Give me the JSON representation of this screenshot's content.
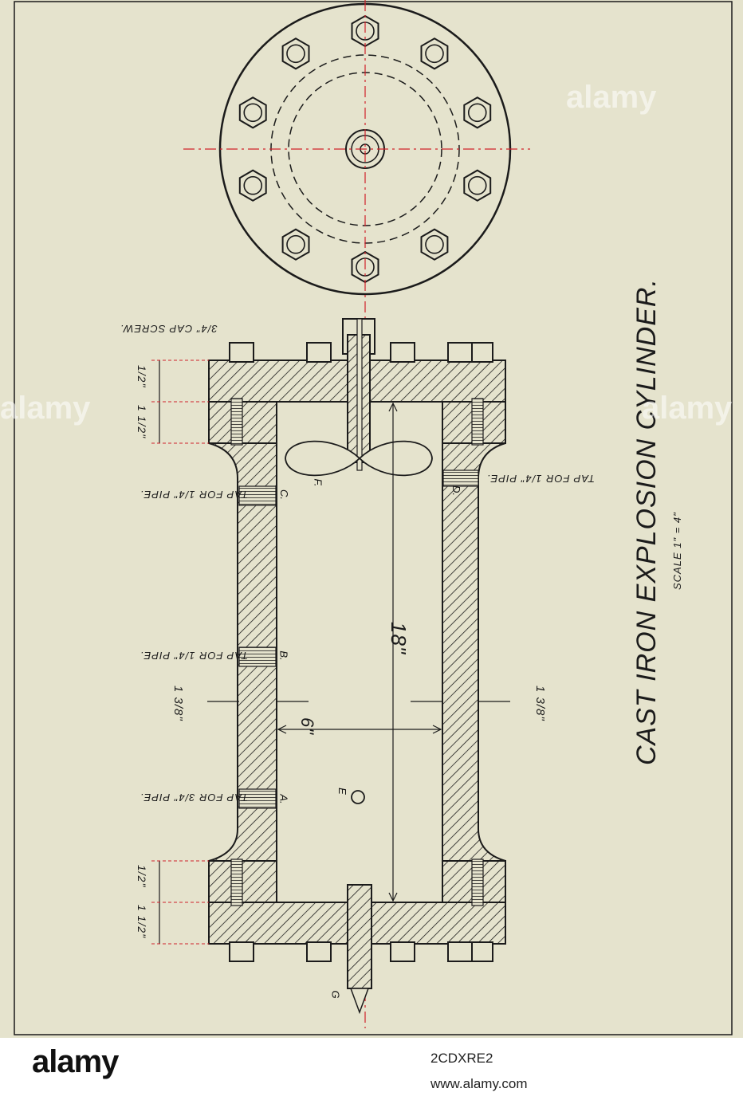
{
  "title": "CAST IRON EXPLOSION CYLINDER.",
  "scale": "SCALE 1\" = 4\"",
  "dimensions": {
    "length": "18\"",
    "bore": "6\"",
    "wall_left": "1 3/8\"",
    "wall_right": "1 3/8\"",
    "flange_top_a": "1/2\"",
    "flange_top_b": "1 1/2\"",
    "flange_bottom_a": "1/2\"",
    "flange_bottom_b": "1 1/2\""
  },
  "annotations": {
    "cap_screw": "3/4\" CAP SCREW.",
    "tap_c": "TAP FOR 1/4\" PIPE.",
    "tap_d": "TAP FOR 1/4\" PIPE.",
    "tap_b": "TAP FOR 1/4\" PIPE.",
    "tap_a": "TAP FOR 3/4\" PIPE."
  },
  "labels": {
    "a": "A.",
    "b": "B.",
    "c": "C.",
    "d": "D.",
    "e": "E",
    "f": "F.",
    "g": "G"
  },
  "colors": {
    "paper": "#e5e3cd",
    "ink": "#1b1b1b",
    "centerline": "#d0212a"
  },
  "watermark": {
    "brand": "alamy",
    "image_id": "2CDXRE2",
    "url": "www.alamy.com"
  }
}
